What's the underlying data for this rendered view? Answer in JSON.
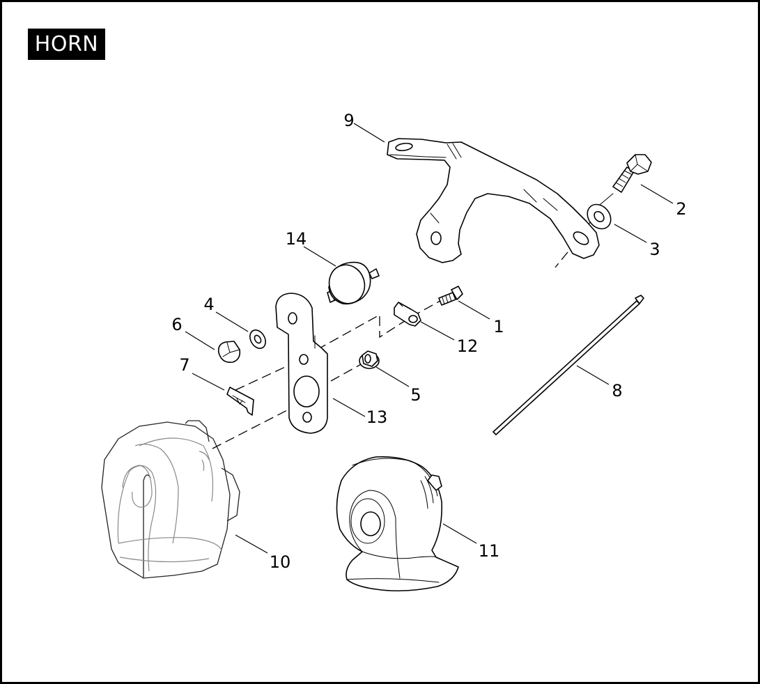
{
  "title": "HORN",
  "callouts": {
    "c1": "1",
    "c2": "2",
    "c3": "3",
    "c4": "4",
    "c5": "5",
    "c6": "6",
    "c7": "7",
    "c8": "8",
    "c9": "9",
    "c10": "10",
    "c11": "11",
    "c12": "12",
    "c13": "13",
    "c14": "14"
  }
}
